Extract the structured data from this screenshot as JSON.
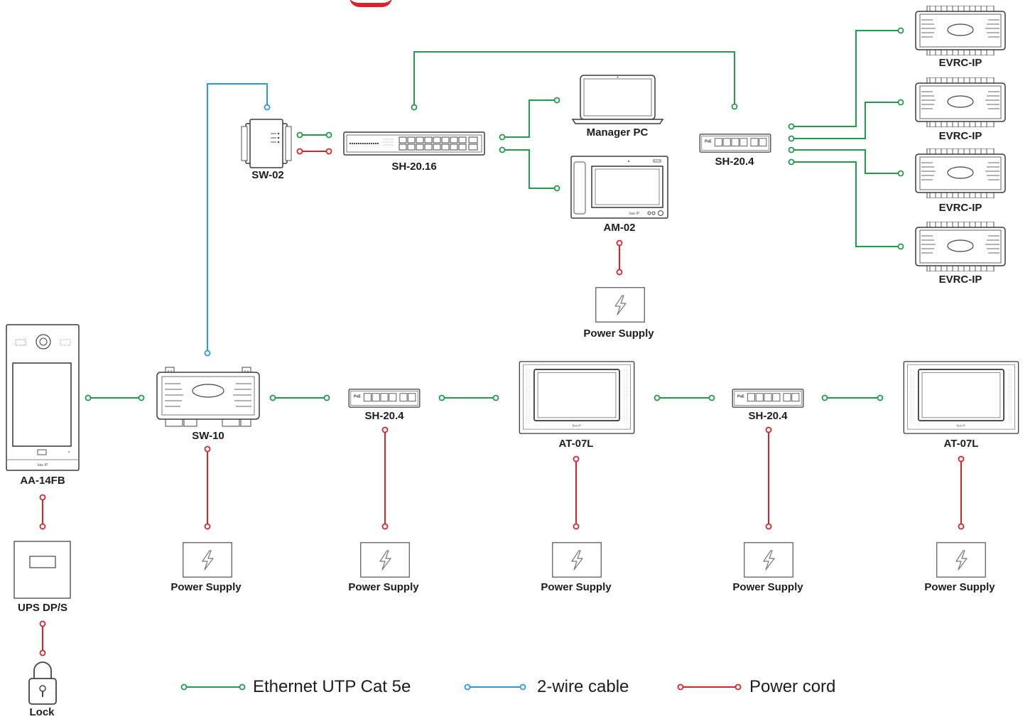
{
  "colors": {
    "ethernet": "#22994b",
    "two_wire": "#2b9ad6",
    "power": "#d9222a",
    "device_stroke": "#3a3a3a"
  },
  "devices": {
    "sw02": "SW-02",
    "sh2016": "SH-20.16",
    "manager_pc": "Manager PC",
    "am02": "AM-02",
    "sh204_top": "SH-20.4",
    "evrc1": "EVRC-IP",
    "evrc2": "EVRC-IP",
    "evrc3": "EVRC-IP",
    "evrc4": "EVRC-IP",
    "aa14fb": "AA-14FB",
    "sw10": "SW-10",
    "sh204_a": "SH-20.4",
    "at07l_a": "AT-07L",
    "sh204_b": "SH-20.4",
    "at07l_b": "AT-07L",
    "ups": "UPS DP/S",
    "lock": "Lock"
  },
  "power_supplies": {
    "ps_am02": "Power Supply",
    "ps_sw10": "Power Supply",
    "ps_sh204_a": "Power Supply",
    "ps_at07l_a": "Power Supply",
    "ps_sh204_b": "Power Supply",
    "ps_at07l_b": "Power Supply"
  },
  "legend": {
    "ethernet": "Ethernet UTP Cat 5e",
    "two_wire": "2-wire cable",
    "power": "Power cord"
  },
  "icons": {
    "power_supply": "lightning-bolt-icon",
    "lock": "padlock-icon"
  }
}
